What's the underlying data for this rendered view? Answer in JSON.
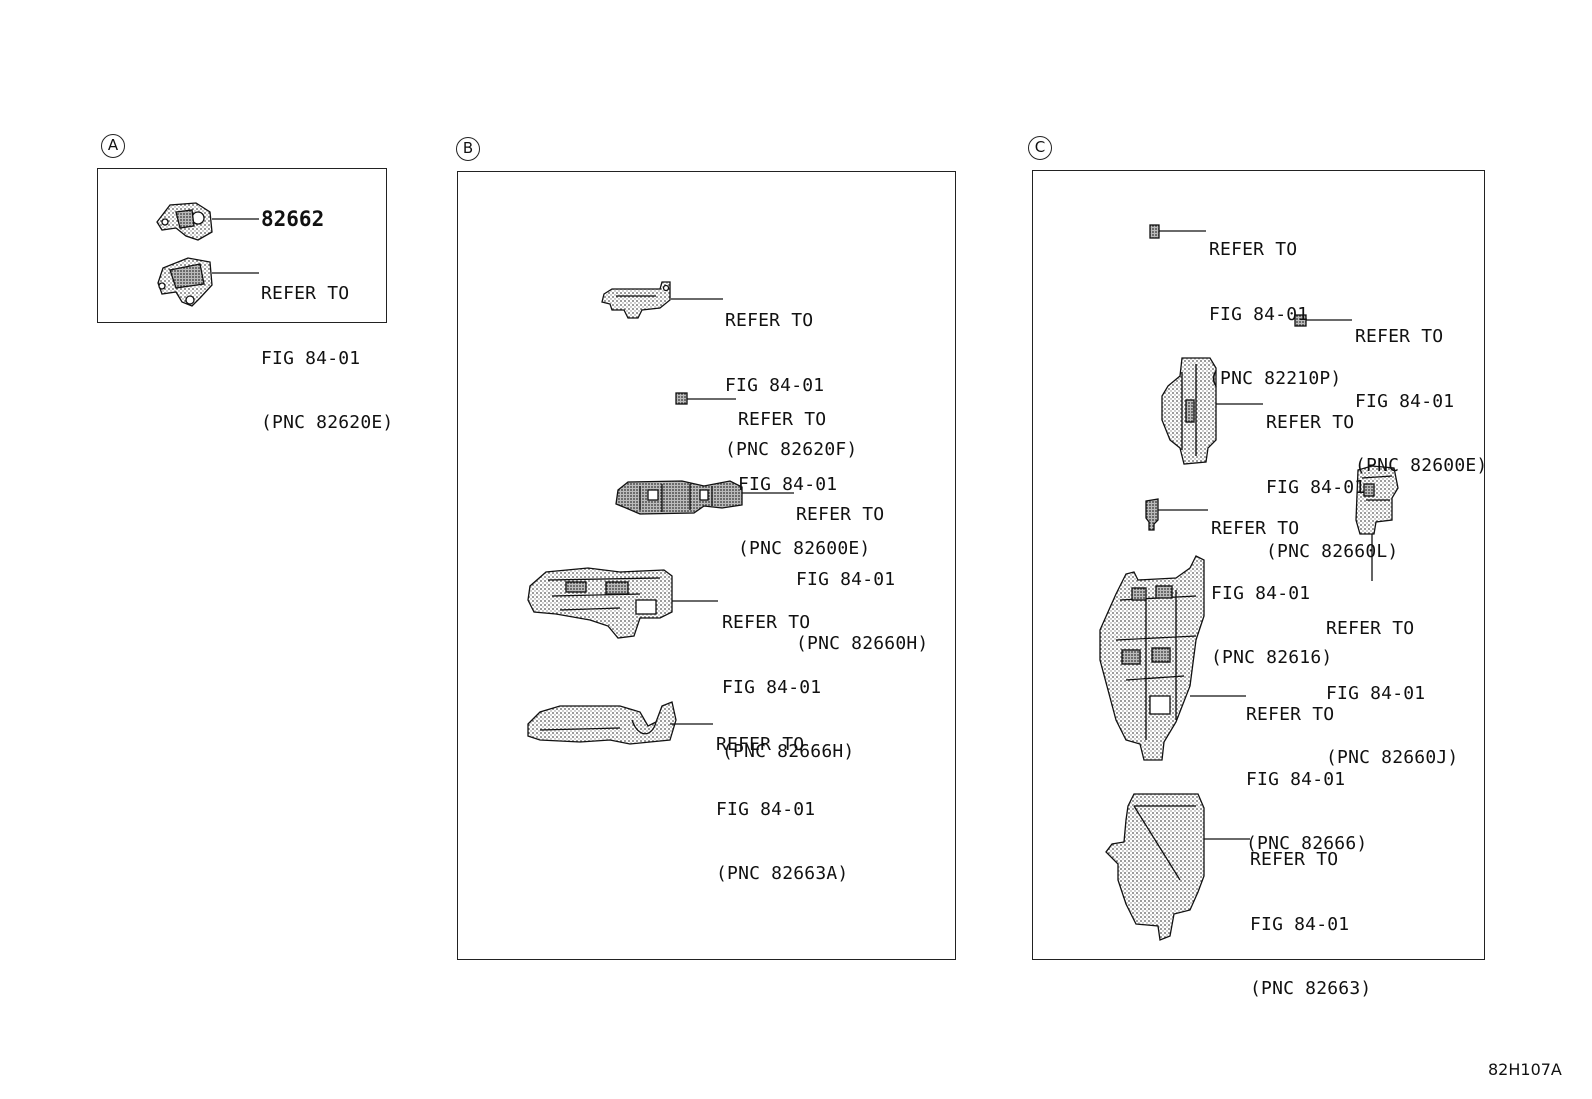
{
  "sections": {
    "a": {
      "marker": "A"
    },
    "b": {
      "marker": "B"
    },
    "c": {
      "marker": "C"
    }
  },
  "parts": {
    "a_82662": {
      "part_no": "82662"
    },
    "a_82620e": {
      "line1": "REFER TO",
      "line2": "FIG 84-01",
      "line3": "(PNC 82620E)"
    },
    "b_82620f": {
      "line1": "REFER TO",
      "line2": "FIG 84-01",
      "line3": "(PNC 82620F)"
    },
    "b_82600e": {
      "line1": "REFER TO",
      "line2": "FIG 84-01",
      "line3": "(PNC 82600E)"
    },
    "b_82660h": {
      "line1": "REFER TO",
      "line2": "FIG 84-01",
      "line3": "(PNC 82660H)"
    },
    "b_82666h": {
      "line1": "REFER TO",
      "line2": "FIG 84-01",
      "line3": "(PNC 82666H)"
    },
    "b_82663a": {
      "line1": "REFER TO",
      "line2": "FIG 84-01",
      "line3": "(PNC 82663A)"
    },
    "c_82210p": {
      "line1": "REFER TO",
      "line2": "FIG 84-01",
      "line3": "(PNC 82210P)"
    },
    "c_82600e": {
      "line1": "REFER TO",
      "line2": "FIG 84-01",
      "line3": "(PNC 82600E)"
    },
    "c_82660l": {
      "line1": "REFER TO",
      "line2": "FIG 84-01",
      "line3": "(PNC 82660L)"
    },
    "c_82616": {
      "line1": "REFER TO",
      "line2": "FIG 84-01",
      "line3": "(PNC 82616)"
    },
    "c_82660j": {
      "line1": "REFER TO",
      "line2": "FIG 84-01",
      "line3": "(PNC 82660J)"
    },
    "c_82666": {
      "line1": "REFER TO",
      "line2": "FIG 84-01",
      "line3": "(PNC 82666)"
    },
    "c_82663": {
      "line1": "REFER TO",
      "line2": "FIG 84-01",
      "line3": "(PNC 82663)"
    }
  },
  "illustration_code": "82H107A"
}
